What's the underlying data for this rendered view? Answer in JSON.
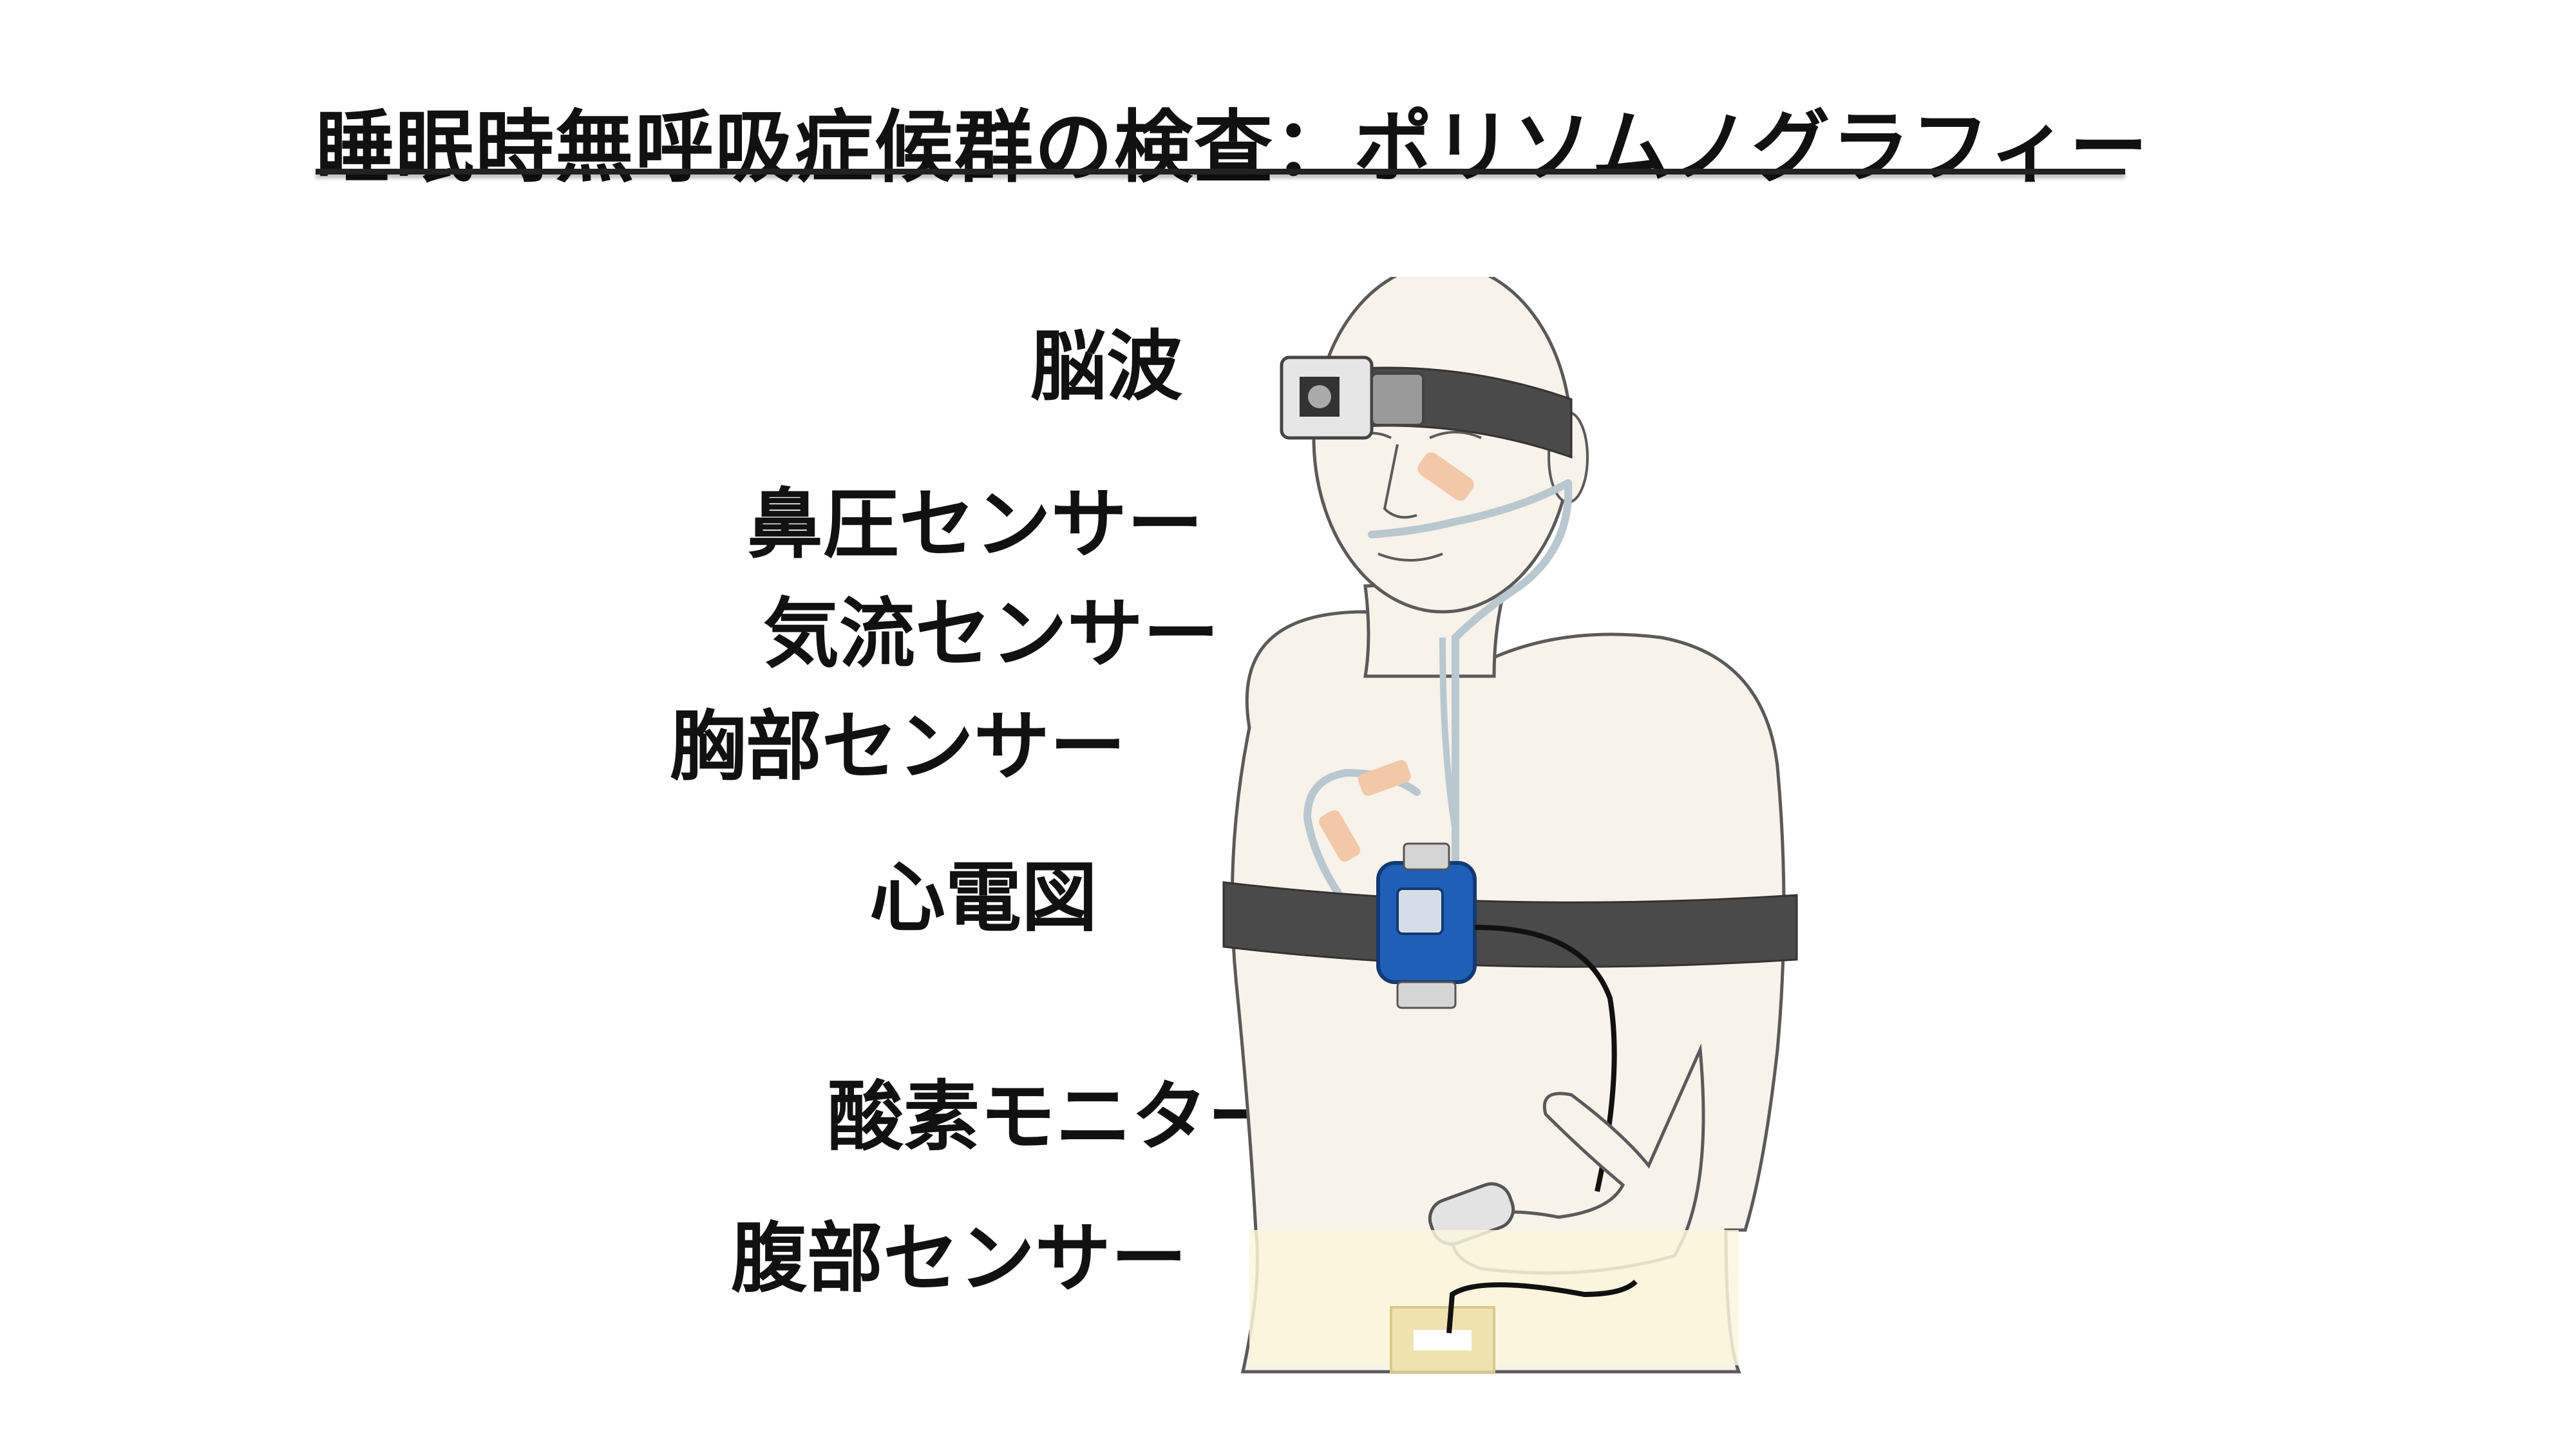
{
  "title": "睡眠時無呼吸症候群の検査：ポリソムノグラフィー",
  "labels": {
    "eeg": "脳波",
    "nasal_pressure": "鼻圧センサー",
    "airflow": "気流センサー",
    "chest": "胸部センサー",
    "ecg": "心電図",
    "oxygen": "酸素モニター",
    "abdomen": "腹部センサー"
  },
  "colors": {
    "skin": "#f7f2ea",
    "outline": "#5a5a5a",
    "band": "#4a4a4a",
    "device_blue": "#1f5fb8",
    "tube": "#b9c7cf",
    "tape": "#f2c8a8",
    "abdomen_band": "#fbf6dc"
  }
}
